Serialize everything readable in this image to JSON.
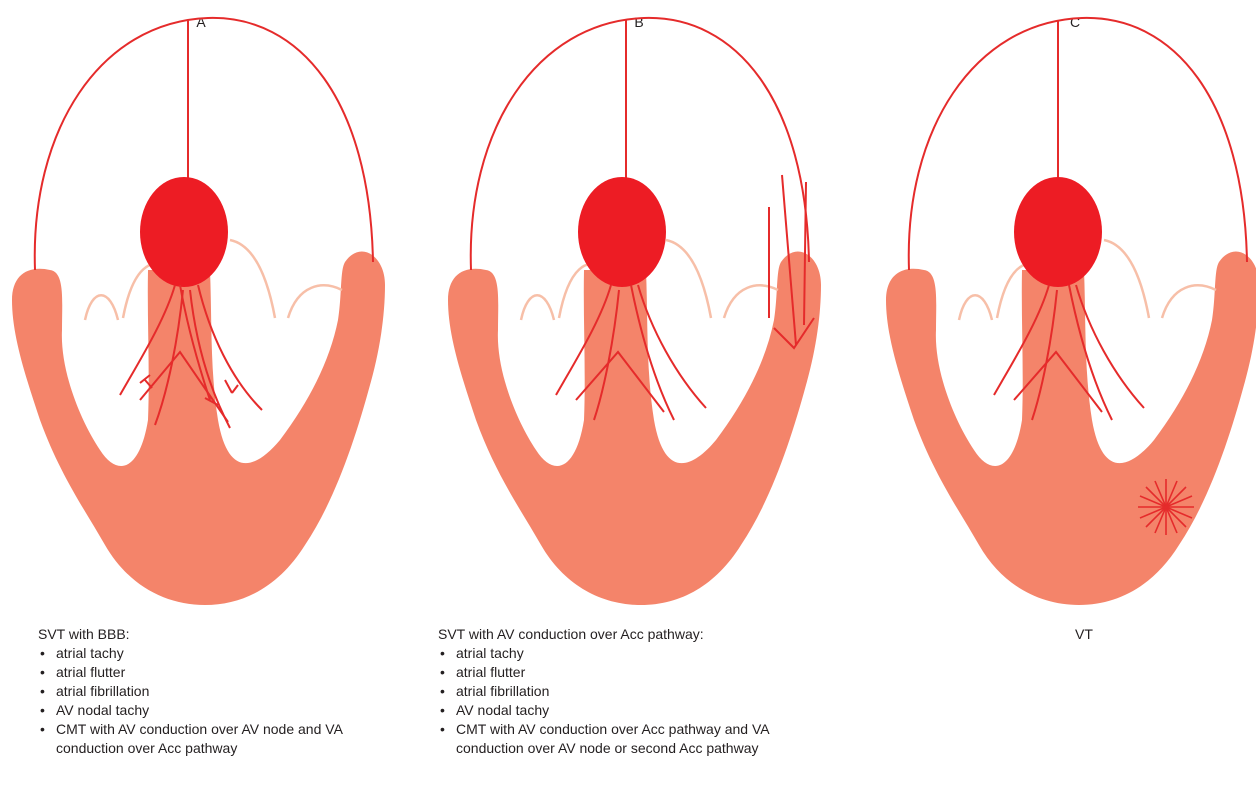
{
  "colors": {
    "myocardium": "#f4846a",
    "valve": "#f7bfa8",
    "conduction": "#e52b2b",
    "node": "#ed1c24",
    "text": "#231f20"
  },
  "panels": [
    {
      "label": "A",
      "caption_title": "SVT with BBB:",
      "bullets": [
        "atrial tachy",
        "atrial flutter",
        "atrial fibrillation",
        "AV nodal tachy",
        "CMT with AV conduction over AV node and VA conduction over Acc pathway"
      ]
    },
    {
      "label": "B",
      "caption_title": "SVT with AV conduction over Acc pathway:",
      "bullets": [
        "atrial tachy",
        "atrial flutter",
        "atrial fibrillation",
        "AV nodal tachy",
        "CMT with AV conduction over Acc pathway and VA conduction over AV node or second Acc pathway"
      ]
    },
    {
      "label": "C",
      "caption_title": "VT",
      "bullets": []
    }
  ]
}
